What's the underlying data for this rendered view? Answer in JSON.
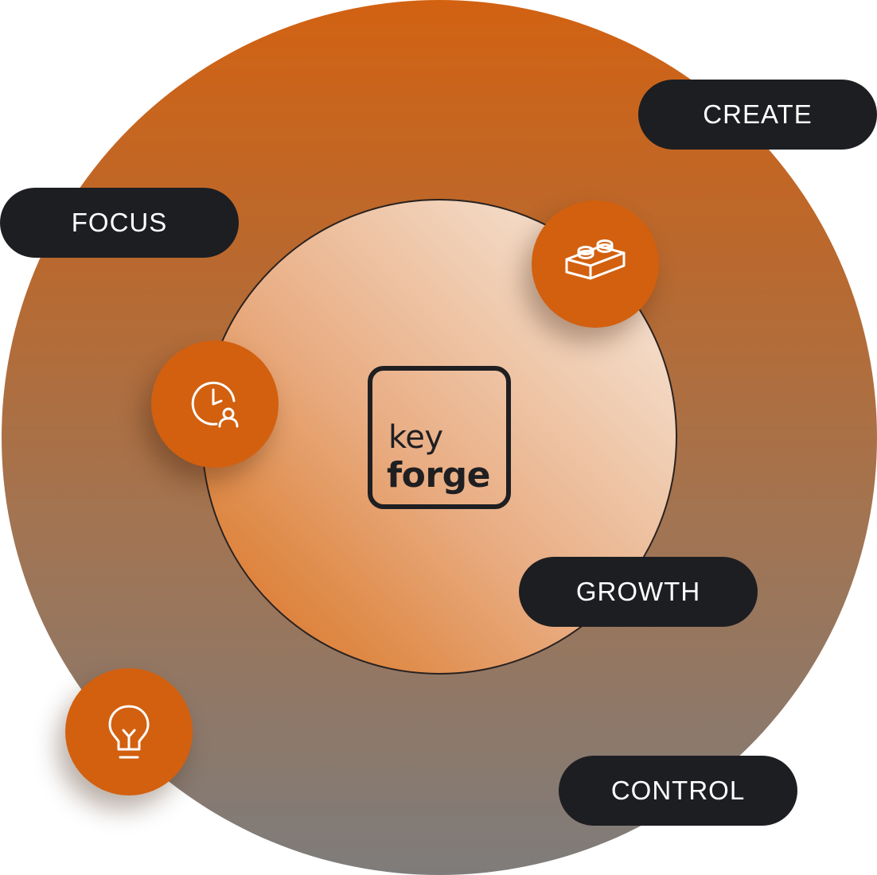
{
  "labels": {
    "create": "CREATE",
    "focus": "FOCUS",
    "growth": "GROWTH",
    "control": "CONTROL"
  },
  "logo": {
    "line1": "key",
    "line2": "forge"
  },
  "icons": {
    "brick": "building-block-icon",
    "clock": "clock-user-icon",
    "bulb": "lightbulb-icon"
  },
  "colors": {
    "accent": "#d2600f",
    "pill": "#1d1e22",
    "ring_top": "#d26212",
    "ring_bottom": "#7e7c7b"
  }
}
